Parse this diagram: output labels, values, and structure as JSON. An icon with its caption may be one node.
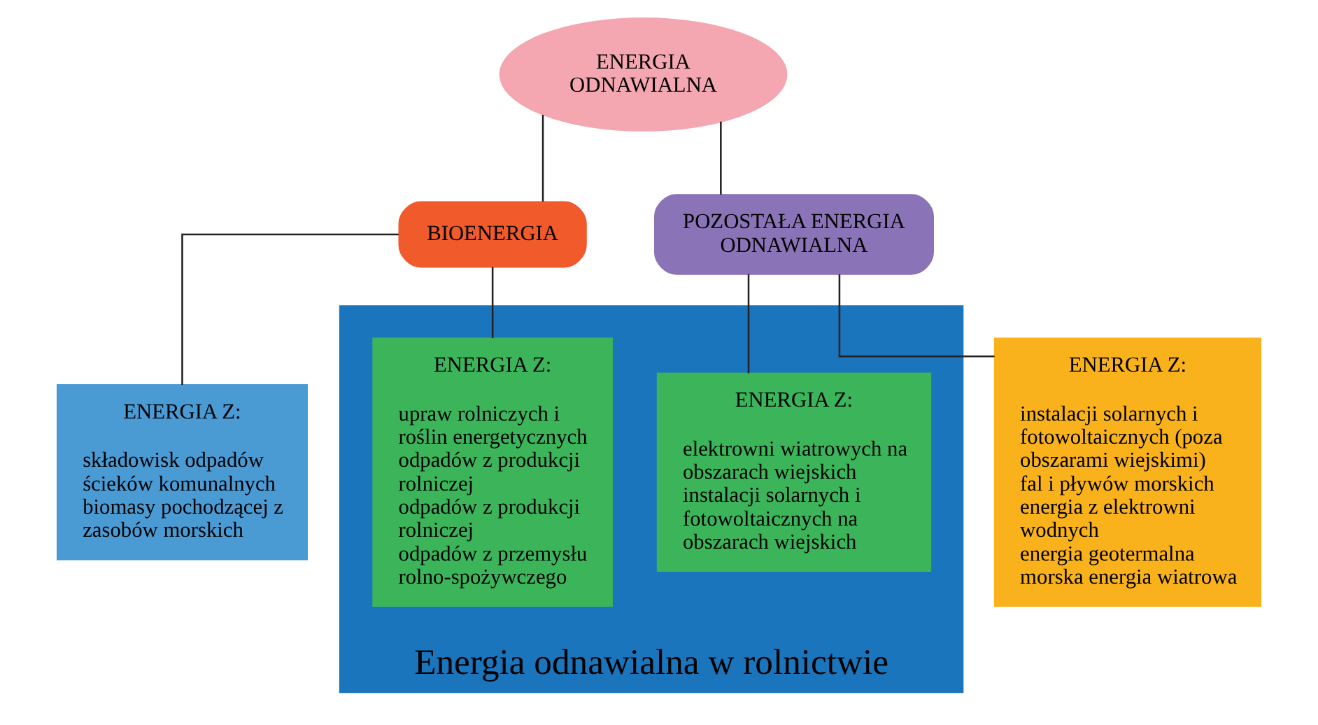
{
  "diagram": {
    "nodes": [
      {
        "text": [
          "ENERGIA ODNAWIALNA"
        ]
      },
      {
        "text": [
          "BIOENERGIA"
        ]
      },
      {
        "text": [
          "POZOSTAŁA ENERGIA ODNAWIALNA"
        ]
      },
      {
        "text": [
          "ENERGIA Z:",
          "składowisk odpadów",
          "ścieków komunalnych",
          "biomasy pochodzącej z zasobów morskich"
        ]
      },
      {
        "text": [
          "Energia odnawialna w rolnictwie"
        ]
      },
      {
        "text": [
          "ENERGIA Z:",
          "upraw rolniczych i roślin energetycznych",
          "odpadów z produkcji rolniczej",
          "odpadów z produkcji rolniczej",
          "odpadów z przemysłu rolno-spożywczego"
        ],
        "in": 4
      },
      {
        "text": [
          "ENERGIA Z:",
          "elektrowni wiatrowych na obszarach wiejskich",
          "instalacji solarnych i fotowoltaicznych na obszarach wiejskich"
        ],
        "in": 4
      },
      {
        "text": [
          "ENERGIA Z:",
          "instalacji solarnych i fotowoltaicznych (poza obszarami wiejskimi)",
          "fal i pływów morskich",
          "energia z elektrowni wodnych",
          "energia geotermalna",
          "morska energia wiatrowa"
        ]
      }
    ],
    "edges": [
      {
        "from": 0,
        "to": 1,
        "arrow": "none"
      },
      {
        "from": 0,
        "to": 2,
        "arrow": "none"
      },
      {
        "from": 1,
        "to": 3,
        "arrow": "none"
      },
      {
        "from": 1,
        "to": 5,
        "arrow": "none"
      },
      {
        "from": 2,
        "to": 6,
        "arrow": "none"
      },
      {
        "from": 2,
        "to": 7,
        "arrow": "none"
      }
    ]
  }
}
